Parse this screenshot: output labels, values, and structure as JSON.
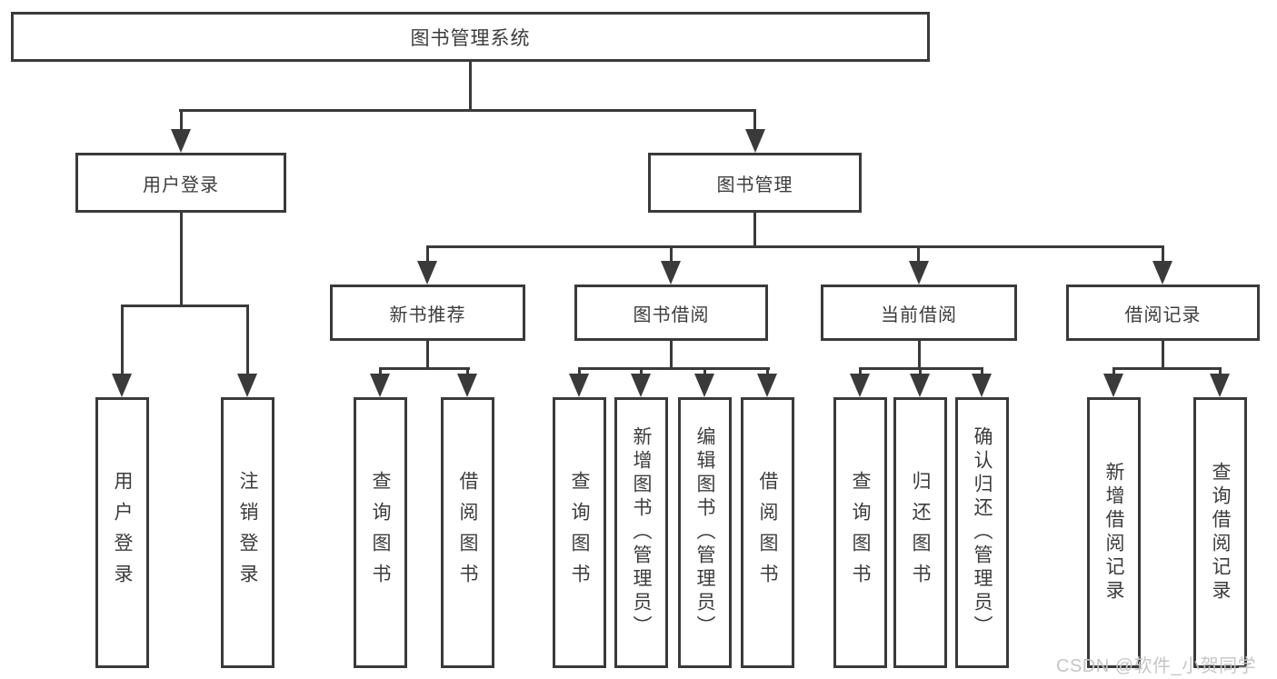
{
  "watermark": "CSDN @软件_小贺同学",
  "tree": {
    "root": "图书管理系统",
    "branches": [
      {
        "label": "用户登录",
        "children": [
          "用户登录",
          "注销登录"
        ]
      },
      {
        "label": "图书管理",
        "children": [
          {
            "label": "新书推荐",
            "children": [
              "查询图书",
              "借阅图书"
            ]
          },
          {
            "label": "图书借阅",
            "children": [
              "查询图书",
              "新增图书（管理员）",
              "编辑图书（管理员）",
              "借阅图书"
            ]
          },
          {
            "label": "当前借阅",
            "children": [
              "查询图书",
              "归还图书",
              "确认归还（管理员）"
            ]
          },
          {
            "label": "借阅记录",
            "children": [
              "新增借阅记录",
              "查询借阅记录"
            ]
          }
        ]
      }
    ]
  },
  "colors": {
    "line": "#3a3a3a",
    "text": "#3c3c3c",
    "watermark": "#c6c6c6"
  }
}
